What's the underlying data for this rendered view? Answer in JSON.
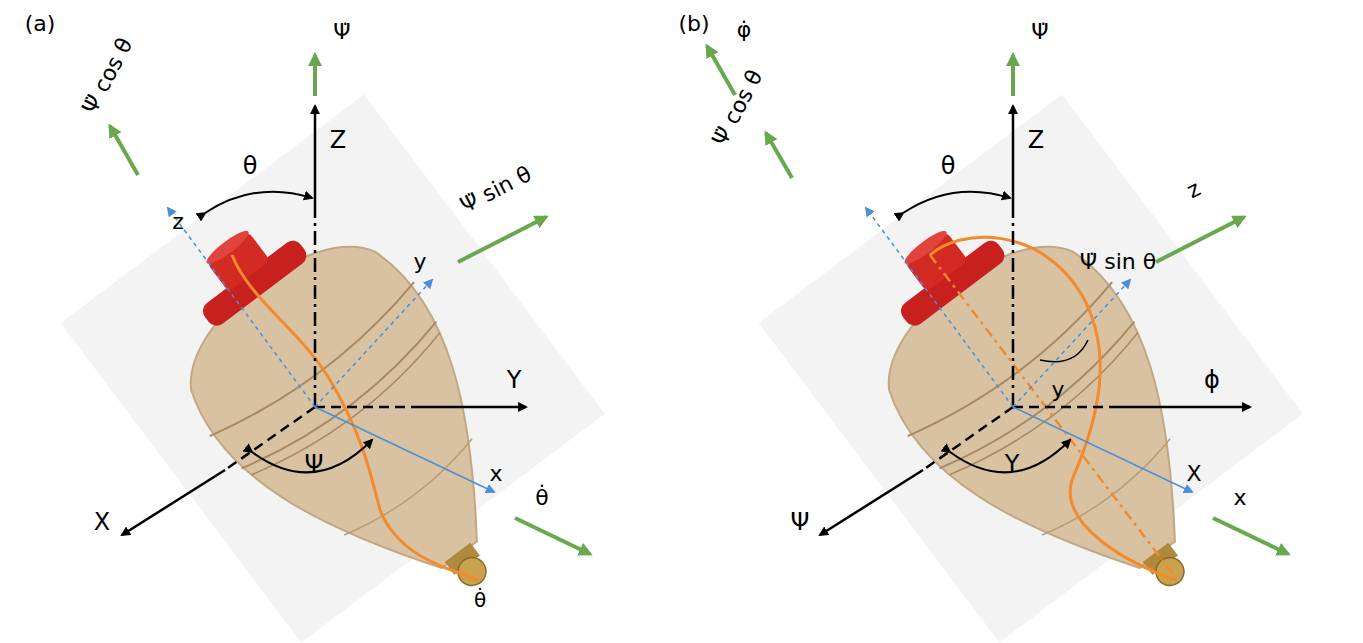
{
  "diagram": {
    "labels": [
      "(a)",
      "Ψ̇",
      "Ψ̇ cos θ",
      "Z",
      "θ",
      "z",
      "y",
      "Ψ̇ sin θ",
      "Y",
      "X",
      "Ψ",
      "x",
      "θ̇",
      "(b)",
      "φ̇",
      "Ψ̇ cos θ",
      "Ψ̇",
      "Z",
      "θ",
      "z",
      "Ψ̇ sin θ",
      "y",
      "ϕ",
      "Y",
      "Ψ",
      "X",
      "x",
      "θ̇"
    ]
  }
}
